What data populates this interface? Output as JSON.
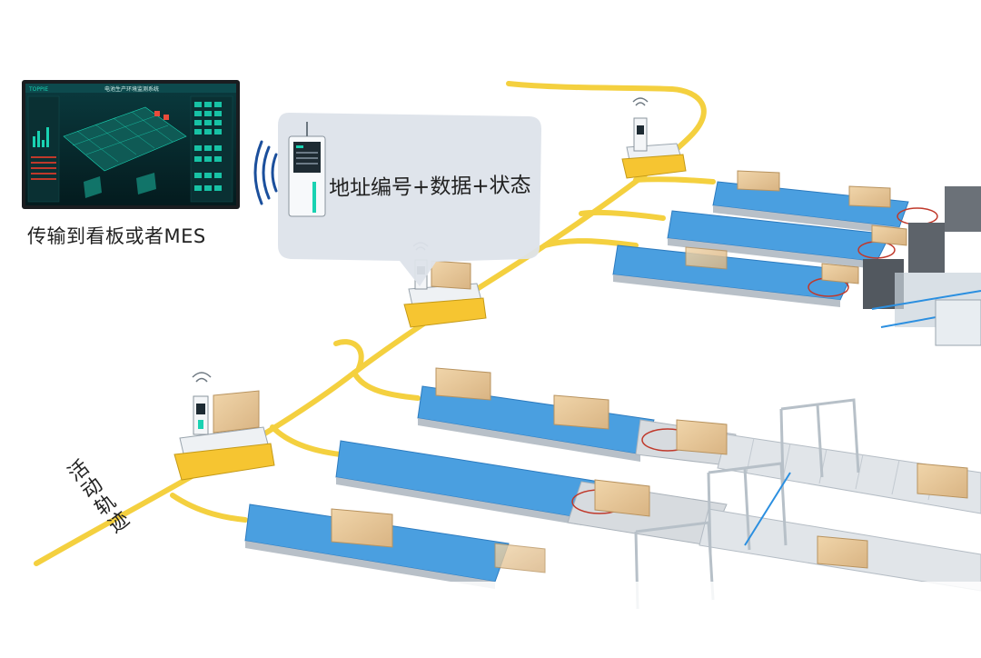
{
  "labels": {
    "board_caption": "传输到看板或者MES",
    "data_bubble": "地址编号+数据+状态",
    "track": "活动轨迹"
  },
  "dashboard": {
    "brand": "TOPPIE",
    "title": "电池生产环境监测系统"
  },
  "colors": {
    "track": "#f4d03f",
    "agv_body": "#f6c531",
    "conveyor_top": "#4a9fe0",
    "box": "#e7c89a",
    "screen_bg": "#062a2e",
    "screen_accent": "#19d2b2",
    "bubble": "#dde3ea"
  },
  "icons": [
    "wifi-signal-icon",
    "terminal-device-icon"
  ]
}
